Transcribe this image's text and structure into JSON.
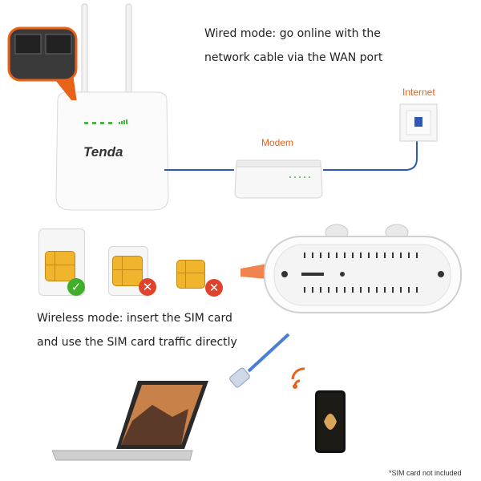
{
  "captions": {
    "wired_line1": "Wired mode: go online with the",
    "wired_line2": "network cable via the WAN port",
    "wireless_line1": "Wireless mode: insert the SIM card",
    "wireless_line2": "and use the SIM card traffic directly"
  },
  "labels": {
    "internet": "Internet",
    "modem": "Modem",
    "router_brand": "Tenda"
  },
  "footnote": "*SIM card not included",
  "sim_cards": [
    {
      "size": "standard",
      "status": "supported",
      "badge": "✓"
    },
    {
      "size": "micro",
      "status": "not-supported",
      "badge": "✕"
    },
    {
      "size": "nano",
      "status": "not-supported",
      "badge": "✕"
    }
  ],
  "colors": {
    "accent_orange": "#e8621a",
    "cable_blue": "#2c58b8",
    "ok_green": "#3fae2a",
    "error_red": "#e0432b"
  }
}
